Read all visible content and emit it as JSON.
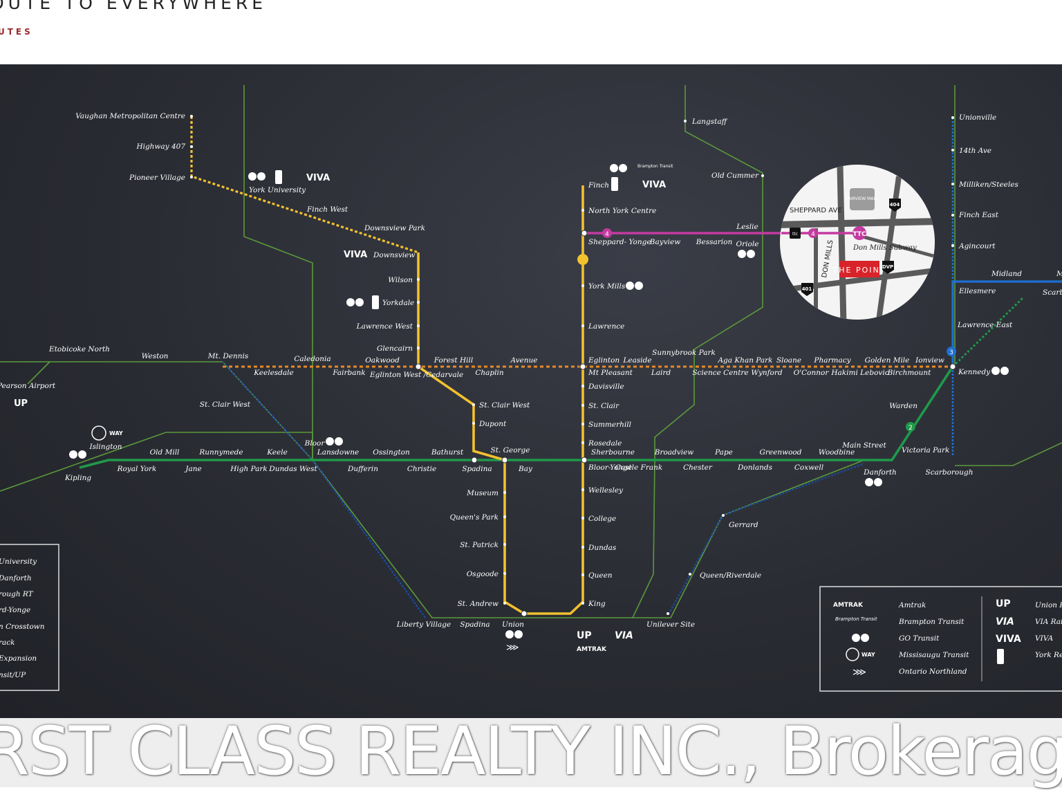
{
  "header": {
    "title": "OUTE TO EVERYWHERE",
    "subtitle": "UTES"
  },
  "watermark": "RST CLASS REALTY INC., Brokerag",
  "colors": {
    "line1": "#f2c12e",
    "line2": "#1f9a4a",
    "line4": "#c43aa0",
    "line3": "#1e6fd1",
    "crosstown": "#e58a2a",
    "go": "#5a9a3a",
    "background": "#2a2c33"
  },
  "stations": {
    "vaughan": "Vaughan Metropolitan Centre",
    "hwy407": "Highway 407",
    "pioneer": "Pioneer Village",
    "yorku": "York University",
    "finchw": "Finch West",
    "downsviewpark": "Downsview Park",
    "downsview": "Downsview",
    "wilson": "Wilson",
    "yorkdale": "Yorkdale",
    "lawrencew": "Lawrence West",
    "glencairn": "Glencairn",
    "etobicoke": "Etobicoke North",
    "weston": "Weston",
    "mtdennis": "Mt. Dennis",
    "caledonia": "Caledonia",
    "keelesdale": "Keelesdale",
    "oakwood": "Oakwood",
    "fairbank": "Fairbank",
    "eglintonw": "Eglinton West /Cedarvale",
    "foresthill": "Forest Hill",
    "chaplin": "Chaplin",
    "avenue": "Avenue",
    "eglinton": "Eglinton",
    "mtpleasant": "Mt Pleasant",
    "leaside": "Leaside",
    "laird": "Laird",
    "sunnybrook": "Sunnybrook Park",
    "sciencec": "Science Centre",
    "agakhan": "Aga Khan Park",
    "wynford": "Wynford",
    "sloane": "Sloane",
    "oconnor": "O'Connor",
    "pharmacy": "Pharmacy",
    "hakimi": "Hakimi Lebovic",
    "goldenmile": "Golden Mile",
    "birchmount": "Birchmount",
    "ionview": "Ionview",
    "kennedy": "Kennedy",
    "pearson": "Pearson Airport",
    "stclairw_go": "St. Clair West",
    "islington": "Islington",
    "kipling": "Kipling",
    "oldmill": "Old Mill",
    "royalyork": "Royal York",
    "runnymede": "Runnymede",
    "jane": "Jane",
    "keele": "Keele",
    "highpark": "High Park",
    "dundasw": "Dundas West",
    "bloor": "Bloor",
    "lansdowne": "Lansdowne",
    "dufferin": "Dufferin",
    "ossington": "Ossington",
    "christie": "Christie",
    "bathurst": "Bathurst",
    "spadina": "Spadina",
    "stgeorge": "St. George",
    "bay": "Bay",
    "stclairw": "St. Clair West",
    "dupont": "Dupont",
    "museum": "Museum",
    "queenspark": "Queen's Park",
    "stpatrick": "St. Patrick",
    "osgoode": "Osgoode",
    "standrew": "St. Andrew",
    "union": "Union",
    "libertyv": "Liberty Village",
    "spadina_go": "Spadina",
    "finch": "Finch",
    "nyc": "North York Centre",
    "sheppardyonge": "Sheppard- Yonge",
    "bayview": "Bayview",
    "bessarion": "Bessarion",
    "leslie": "Leslie",
    "oriole": "Oriole",
    "yorkmills": "York Mills",
    "lawrence": "Lawrence",
    "davisville": "Davisville",
    "stclair": "St. Clair",
    "summerhill": "Summerhill",
    "rosedale": "Rosedale",
    "sherbourne": "Sherbourne",
    "bloryonge": "Bloor-Yonge",
    "castlefrank": "Castle Frank",
    "wellesley": "Wellesley",
    "college": "College",
    "dundas": "Dundas",
    "queen": "Queen",
    "king": "King",
    "broadview": "Broadview",
    "chester": "Chester",
    "pape": "Pape",
    "donlands": "Donlands",
    "greenwood": "Greenwood",
    "coxwell": "Coxwell",
    "woodbine": "Woodbine",
    "mainst": "Main Street",
    "danforth": "Danforth",
    "victoriapark": "Victoria Park",
    "warden": "Warden",
    "scarborough": "Scarborough",
    "gerrard": "Gerrard",
    "queenriv": "Queen/Riverdale",
    "unilever": "Unilever Site",
    "langstaff": "Langstaff",
    "oldcummer": "Old Cummer",
    "unionville": "Unionville",
    "ave14": "14th Ave",
    "milliken": "Milliken/Steeles",
    "finche": "Finch East",
    "agincourt": "Agincourt",
    "midland": "Midland",
    "ellesmere": "Ellesmere",
    "lawrencee": "Lawrence East",
    "scarbc": "Scarb Centr",
    "midland_m": "M"
  },
  "inset": {
    "street": "SHEPPARD AVE",
    "street2": "DON MILLS",
    "mall": "FAIRVIEW MALL",
    "subway": "Don Mills Subway",
    "brand": "THE POINT",
    "hwy404": "404",
    "hwy401": "401",
    "dvp": "DVP",
    "ttc": "TTC",
    "line": "4",
    "bus": "ttc"
  },
  "line_badges": {
    "l4a": "4",
    "l4b": "4",
    "l3": "3",
    "l2": "2"
  },
  "logos": {
    "viva": "VIVA",
    "up": "UP",
    "via": "VIA",
    "amtrak": "AMTRAK",
    "miway": "WAY",
    "brampton": "Brampton Transit"
  },
  "legend_left": [
    "University",
    "Danforth",
    "rough RT",
    "rd-Yonge",
    "n Crosstown",
    "rack",
    "Expansion",
    "nsit/UP"
  ],
  "legend_right": {
    "col1": [
      "Amtrak",
      "Brampton Transit",
      "GO Transit",
      "Missisaugu Transit",
      "Ontario Northland"
    ],
    "col2": [
      "Union P",
      "VIA Rai",
      "VIVA",
      "York Re"
    ]
  }
}
